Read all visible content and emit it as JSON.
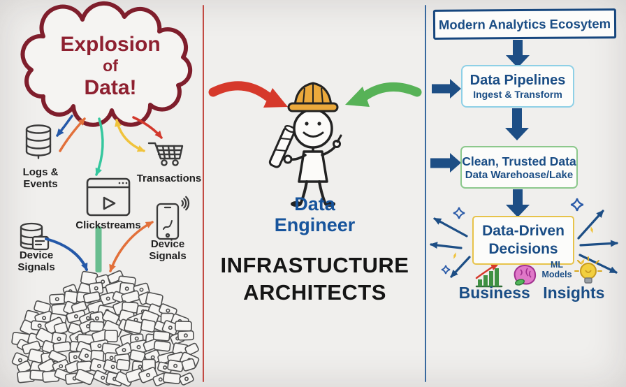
{
  "left": {
    "cloud": {
      "line1": "Explosion",
      "line2": "of",
      "line3": "Data!"
    },
    "labels": {
      "logs_events": "Logs & Events",
      "transactions": "Transactions",
      "clickstreams": "Clickstreams",
      "device_signals_left": "Device Signals",
      "device_signals_right": "Device Signals"
    }
  },
  "middle": {
    "role": {
      "line1": "Data",
      "line2": "Engineer"
    },
    "heading": {
      "line1": "INFRASTUCTURE",
      "line2": "ARCHITECTS"
    }
  },
  "right": {
    "title": "Modern Analytics Ecosytem",
    "pipeline_box": {
      "title": "Data Pipelines",
      "subtitle": "Ingest & Transform"
    },
    "clean_box": {
      "title": "Clean, Trusted Data",
      "subtitle": "Data Warehoase/Lake"
    },
    "decisions_box": {
      "line1": "Data-Driven",
      "line2": "Decisions"
    },
    "ml_models": {
      "line1": "ML",
      "line2": "Models"
    },
    "business_insights": "Business Insights"
  },
  "icons": [
    "database-icon",
    "cart-icon",
    "browser-play-icon",
    "database-device-icon",
    "phone-signal-icon",
    "hard-hat-engineer-figure",
    "bar-chart-icon",
    "brain-icon",
    "lightbulb-icon",
    "sparkle-icons",
    "device-pile"
  ],
  "colors": {
    "background": "#f0efed",
    "divider_red": "#c24a42",
    "divider_blue": "#38699e",
    "cloud_outline": "#7f1e2c",
    "cloud_text": "#8e2030",
    "navy": "#1a4d85",
    "box_blue_border": "#8ed0e6",
    "box_green_border": "#8cc88c",
    "box_yellow_border": "#e7c34a",
    "arrow_red": "#d6392b",
    "arrow_green": "#57b257",
    "arrow_blue": "#2458a8",
    "arrow_teal": "#35c79e",
    "arrow_yellow": "#f0c33c",
    "arrow_orange": "#e2703a",
    "green_bar": "#68bd8f",
    "hat_yellow": "#eba93c",
    "black_text": "#1f1f1f",
    "blue_role_text": "#17549c"
  }
}
